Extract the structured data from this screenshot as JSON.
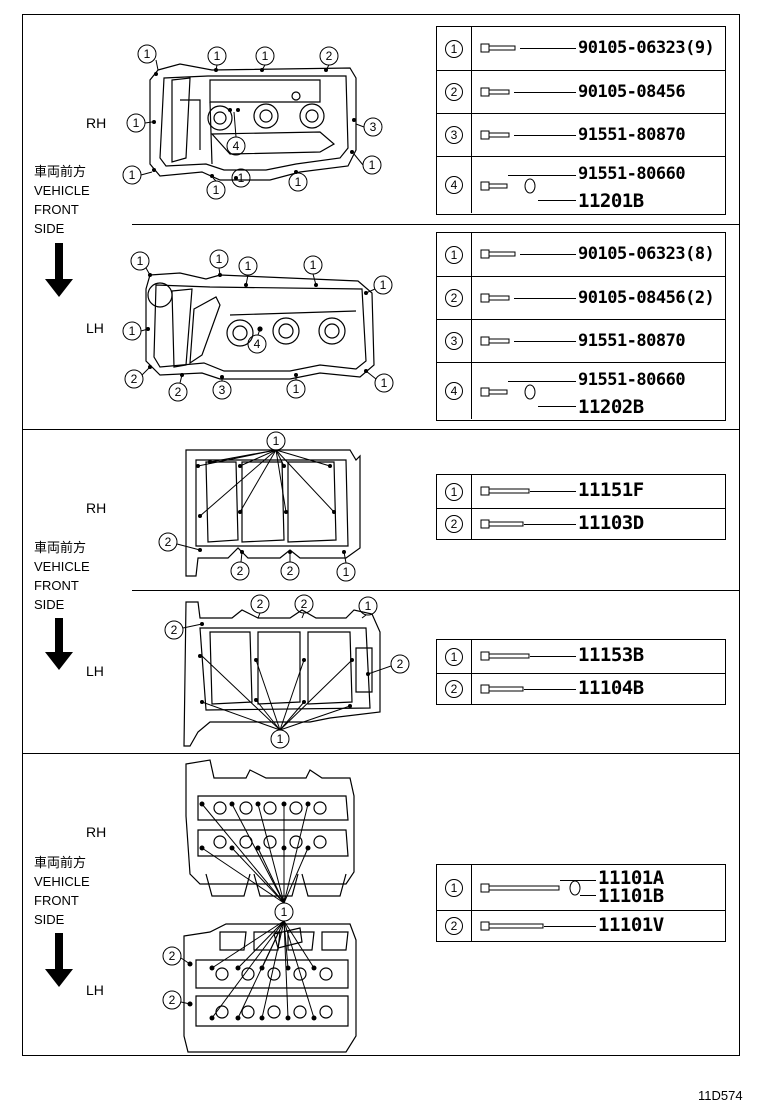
{
  "sections": {
    "valve_cover": {
      "rh": {
        "side": "RH",
        "parts": [
          {
            "n": "1",
            "pn": "90105-06323(9)"
          },
          {
            "n": "2",
            "pn": "90105-08456"
          },
          {
            "n": "3",
            "pn": "91551-80870"
          },
          {
            "n": "4",
            "pn": "91551-80660",
            "pn2": "11201B"
          }
        ]
      },
      "lh": {
        "side": "LH",
        "parts": [
          {
            "n": "1",
            "pn": "90105-06323(8)"
          },
          {
            "n": "2",
            "pn": "90105-08456(2)"
          },
          {
            "n": "3",
            "pn": "91551-80870"
          },
          {
            "n": "4",
            "pn": "91551-80660",
            "pn2": "11202B"
          }
        ]
      }
    },
    "cam_housing": {
      "rh": {
        "side": "RH",
        "parts": [
          {
            "n": "1",
            "pn": "11151F"
          },
          {
            "n": "2",
            "pn": "11103D"
          }
        ]
      },
      "lh": {
        "side": "LH",
        "parts": [
          {
            "n": "1",
            "pn": "11153B"
          },
          {
            "n": "2",
            "pn": "11104B"
          }
        ]
      }
    },
    "cylinder_head": {
      "rh": {
        "side": "RH"
      },
      "lh": {
        "side": "LH"
      },
      "parts": [
        {
          "n": "1",
          "pn": "11101A",
          "pn2": "11101B"
        },
        {
          "n": "2",
          "pn": "11101V"
        }
      ]
    }
  },
  "front_label": {
    "jp": "車両前方",
    "line1": "VEHICLE",
    "line2": "FRONT",
    "line3": "SIDE"
  },
  "diagram_ref": "11D574"
}
